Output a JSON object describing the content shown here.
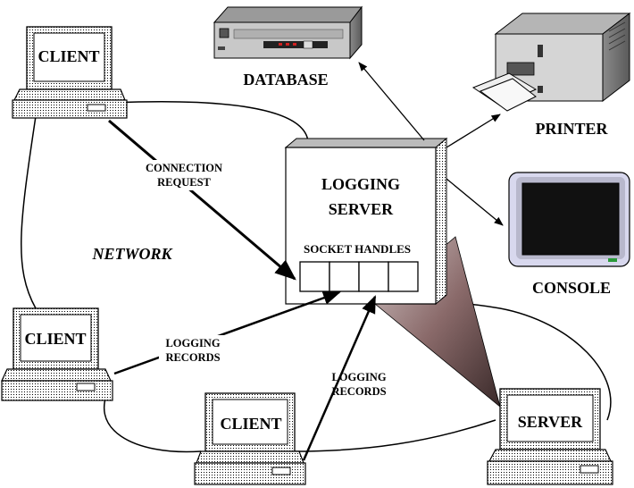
{
  "computers": {
    "client_top_left": "CLIENT",
    "client_mid_left": "CLIENT",
    "client_bottom": "CLIENT",
    "server": "SERVER"
  },
  "logging_server": {
    "title_line1": "LOGGING",
    "title_line2": "SERVER",
    "socket_handles_label": "SOCKET  HANDLES"
  },
  "devices": {
    "database": "DATABASE",
    "printer": "PRINTER",
    "console": "CONSOLE"
  },
  "labels": {
    "network": "NETWORK",
    "connection_request_line1": "CONNECTION",
    "connection_request_line2": "REQUEST",
    "logging_records_left_line1": "LOGGING",
    "logging_records_left_line2": "RECORDS",
    "logging_records_bottom_line1": "LOGGING",
    "logging_records_bottom_line2": "RECORDS"
  }
}
